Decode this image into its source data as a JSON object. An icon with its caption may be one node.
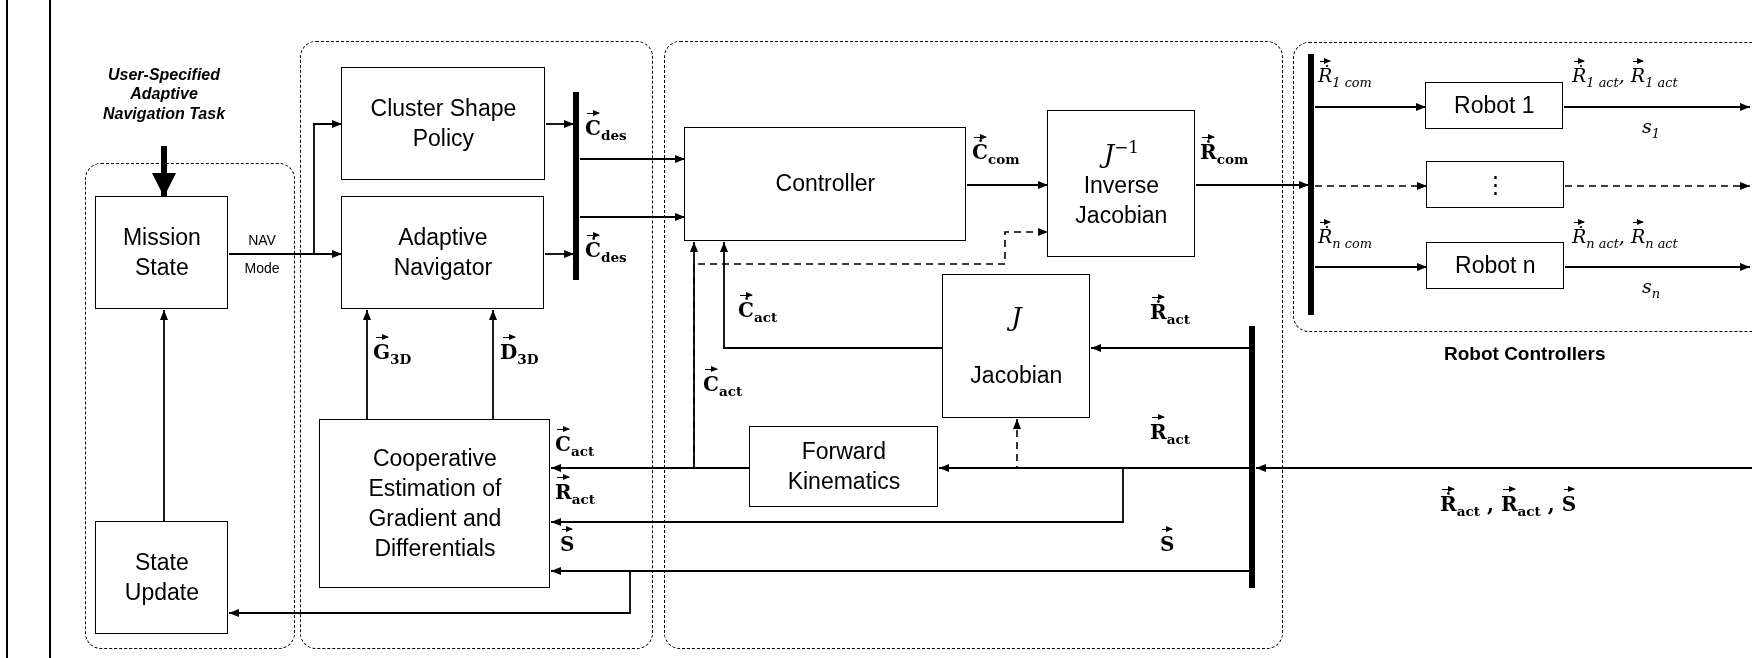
{
  "diagram": {
    "nodes": [
      {
        "text": [
          "User-Specified Adaptive Navigation Task"
        ]
      },
      {
        "text": [],
        "shape": "box"
      },
      {
        "text": [
          "Mission State"
        ],
        "in": 1
      },
      {
        "text": [
          "State Update"
        ],
        "in": 1
      },
      {
        "text": [],
        "shape": "box"
      },
      {
        "text": [
          "Cluster Shape Policy"
        ],
        "in": 4
      },
      {
        "text": [
          "Adaptive Navigator"
        ],
        "in": 4
      },
      {
        "text": [],
        "shape": "bar",
        "in": 4
      },
      {
        "text": [
          "Cooperative Estimation of Gradient and Differentials"
        ],
        "in": 4
      },
      {
        "text": [],
        "shape": "box"
      },
      {
        "text": [
          "Controller"
        ],
        "in": 9
      },
      {
        "text": [
          "J$^{−1}$",
          "Inverse Jacobian"
        ],
        "in": 9
      },
      {
        "text": [
          "J",
          "Jacobian"
        ],
        "in": 9
      },
      {
        "text": [
          "Forward Kinematics"
        ],
        "in": 9
      },
      {
        "text": [],
        "shape": "bar",
        "in": 9
      },
      {
        "text": [
          "Robot Controllers"
        ]
      },
      {
        "text": [],
        "shape": "bar",
        "in": 15
      },
      {
        "text": [
          "Robot 1"
        ],
        "in": 15
      },
      {
        "text": [
          "⋮"
        ],
        "in": 15
      },
      {
        "text": [
          "Robot n"
        ],
        "in": 15
      }
    ],
    "edges": [
      {
        "from": 0,
        "to": 2,
        "arrow": "to",
        "style": "thick"
      },
      {
        "from": 2,
        "to": 6,
        "arrow": "to",
        "label": "NAV Mode"
      },
      {
        "from": 2,
        "to": 5,
        "arrow": "to"
      },
      {
        "from": 5,
        "to": 7,
        "arrow": "to"
      },
      {
        "from": 6,
        "to": 7,
        "arrow": "to"
      },
      {
        "from": 7,
        "to": 10,
        "arrow": "to",
        "label": "C$_{des}$"
      },
      {
        "from": 7,
        "to": 10,
        "arrow": "to",
        "label": "Ċ$_{des}$"
      },
      {
        "from": 10,
        "to": 11,
        "arrow": "to",
        "label": "Ċ$_{com}$"
      },
      {
        "from": 11,
        "to": 16,
        "arrow": "to",
        "label": "Ṙ$_{com}$"
      },
      {
        "from": 16,
        "to": 17,
        "arrow": "to",
        "label": "Ṙ$_{1 com}$"
      },
      {
        "from": 16,
        "to": 18,
        "arrow": "to",
        "style": "dashed"
      },
      {
        "from": 16,
        "to": 19,
        "arrow": "to",
        "label": "Ṙ$_{n com}$"
      },
      {
        "from": 17,
        "to": null,
        "arrow": "to",
        "label": "Ṙ$_{1 act}$, R$_{1 act}$"
      },
      {
        "from": 18,
        "to": null,
        "arrow": "to",
        "style": "dashed"
      },
      {
        "from": 19,
        "to": null,
        "arrow": "to",
        "label": "Ṙ$_{n act}$, R$_{n act}$"
      },
      {
        "from": null,
        "to": 14,
        "arrow": "to",
        "label": "Ṙ$_{act}$ , R$_{act}$ , S"
      },
      {
        "from": 14,
        "to": 12,
        "arrow": "to",
        "label": "Ṙ$_{act}$"
      },
      {
        "from": 14,
        "to": 13,
        "arrow": "to",
        "label": "R$_{act}$"
      },
      {
        "from": 14,
        "to": 12,
        "arrow": "to",
        "style": "dashed"
      },
      {
        "from": 14,
        "to": 8,
        "arrow": "to",
        "label": "R$_{act}$"
      },
      {
        "from": 14,
        "to": 8,
        "arrow": "to",
        "label": "S"
      },
      {
        "from": 14,
        "to": 3,
        "arrow": "to"
      },
      {
        "from": 13,
        "to": 8,
        "arrow": "to",
        "label": "C$_{act}$"
      },
      {
        "from": 13,
        "to": 10,
        "arrow": "to",
        "label": "C$_{act}$"
      },
      {
        "from": 13,
        "to": 11,
        "arrow": "to",
        "style": "dashed"
      },
      {
        "from": 12,
        "to": 10,
        "arrow": "to",
        "label": "Ċ$_{act}$"
      },
      {
        "from": 3,
        "to": 2,
        "arrow": "to"
      },
      {
        "from": 8,
        "to": 6,
        "arrow": "to",
        "label": "G$_{3D}$"
      },
      {
        "from": 8,
        "to": 6,
        "arrow": "to",
        "label": "D$_{3D}$"
      }
    ],
    "labels": [
      "s$_{1}$",
      "s$_{n}$",
      "S"
    ]
  }
}
